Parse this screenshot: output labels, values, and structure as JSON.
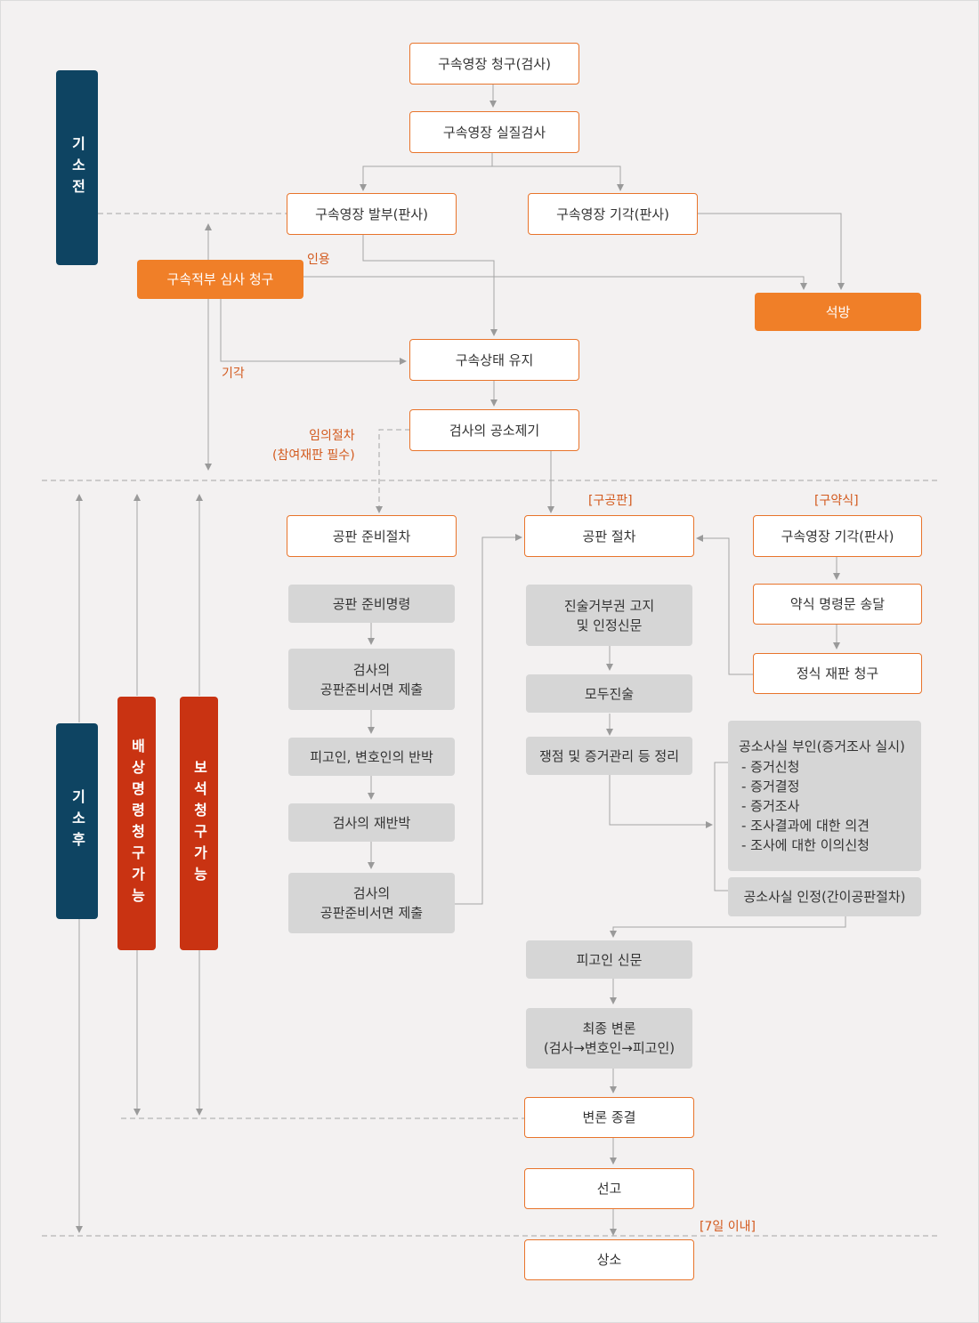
{
  "nodes": {
    "request_warrant": "구속영장 청구(검사)",
    "substantive_exam": "구속영장 실질검사",
    "warrant_issued": "구속영장 발부(판사)",
    "warrant_dismissed": "구속영장 기각(판사)",
    "review_request": "구속적부 심사 청구",
    "release": "석방",
    "detention_maintained": "구속상태 유지",
    "indictment": "검사의 공소제기",
    "pretrial_procedure": "공판 준비절차",
    "trial_procedure": "공판 절차",
    "summary_dismissed": "구속영장 기각(판사)",
    "pretrial_order": "공판 준비명령",
    "prosecutor_docs_1": "검사의\n공판준비서면 제출",
    "defense_rebuttal": "피고인, 변호인의 반박",
    "prosecutor_rebuttal": "검사의 재반박",
    "prosecutor_docs_2": "검사의\n공판준비서면 제출",
    "right_to_silence": "진술거부권 고지\n및 인정신문",
    "opening_statement": "모두진술",
    "issue_organizing": "쟁점 및 증거관리 등 정리",
    "summary_order_delivery": "약식 명령문 송달",
    "formal_trial_request": "정식 재판 청구",
    "defendant_questioning": "피고인 신문",
    "final_argument": "최종 변론\n(검사→변호인→피고인)",
    "argument_closed": "변론 종결",
    "sentencing": "선고",
    "appeal": "상소",
    "denial_title": "공소사실 부인(증거조사 실시)",
    "denial_items": [
      "- 증거신청",
      "- 증거결정",
      "- 증거조사",
      "- 조사결과에 대한 의견",
      "- 조사에 대한 이의신청"
    ],
    "admission": "공소사실 인정(간이공판절차)"
  },
  "labels": {
    "accepted": "인용",
    "rejected": "기각",
    "optional_procedure": "임의절차\n(참여재판 필수)",
    "trial_tag": "[구공판]",
    "summary_tag": "[구약식]",
    "within_7_days": "[7일 이내]"
  },
  "sidebars": {
    "pre_indictment": "기소전",
    "post_indictment": "기소후",
    "compensation": "배상명령청구가능",
    "bail": "보석청구가능"
  },
  "colors": {
    "orange": "#e8742b",
    "navy": "#0e4462",
    "red": "#c93312",
    "gray_box": "#d6d6d6",
    "line": "#9a9a9a"
  }
}
